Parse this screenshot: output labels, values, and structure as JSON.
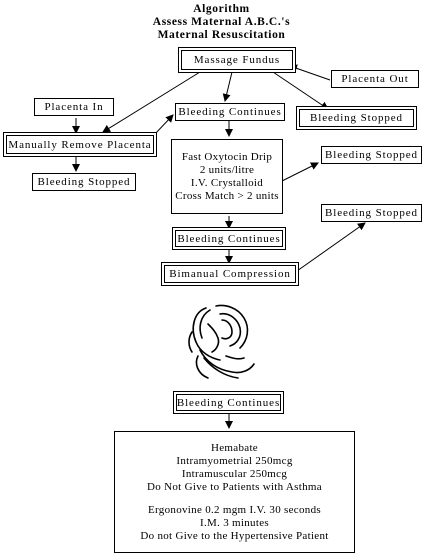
{
  "header": {
    "line1": "Algorithm",
    "line2": "Assess Maternal A.B.C.'s",
    "line3": "Maternal Resuscitation"
  },
  "nodes": {
    "massage_fundus": "Massage Fundus",
    "placenta_out": "Placenta Out",
    "bleeding_stopped_top_right": "Bleeding Stopped",
    "placenta_in": "Placenta In",
    "manually_remove_placenta": "Manually Remove Placenta",
    "bleeding_stopped_left": "Bleeding Stopped",
    "bleeding_continues_1": "Bleeding Continues",
    "oxytocin": {
      "line1": "Fast Oxytocin Drip",
      "line2": "2 units/litre",
      "line3": "I.V. Crystalloid",
      "line4": "Cross Match > 2 units"
    },
    "bleeding_stopped_mid_right": "Bleeding Stopped",
    "bleeding_continues_2": "Bleeding Continues",
    "bleeding_stopped_lower_right": "Bleeding Stopped",
    "bimanual_compression": "Bimanual Compression",
    "bleeding_continues_3": "Bleeding Continues",
    "final": {
      "line1": "Hemabate",
      "line2": "Intramyometrial 250mcg",
      "line3": "Intramuscular 250mcg",
      "line4": "Do Not Give to Patients with Asthma",
      "line5": "Ergonovine 0.2 mgm I.V. 30 seconds",
      "line6": "I.M. 3 minutes",
      "line7": "Do not Give to the Hypertensive Patient"
    }
  }
}
